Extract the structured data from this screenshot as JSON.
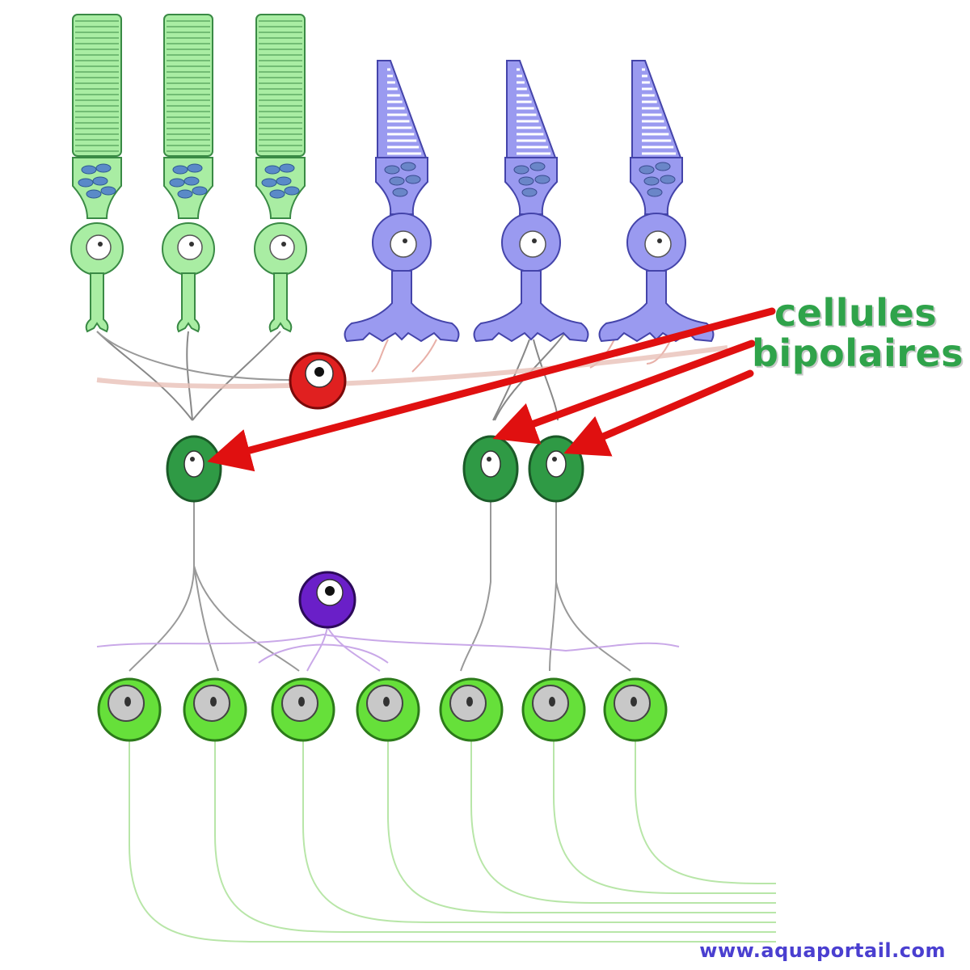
{
  "label": {
    "line1": "cellules",
    "line2": "bipolaires"
  },
  "watermark": "www.aquaportail.com",
  "colors": {
    "rod": "#a9eda3",
    "rod_stroke": "#3a8a45",
    "cone": "#9a9af0",
    "cone_stroke": "#4444aa",
    "horizontal_cell": "#e02020",
    "bipolar_cell": "#2f9a45",
    "amacrine_cell": "#6a1fc8",
    "ganglion_cell": "#66e03a",
    "arrow": "#e01010",
    "label": "#2fa34a",
    "watermark": "#4a3fd0"
  }
}
